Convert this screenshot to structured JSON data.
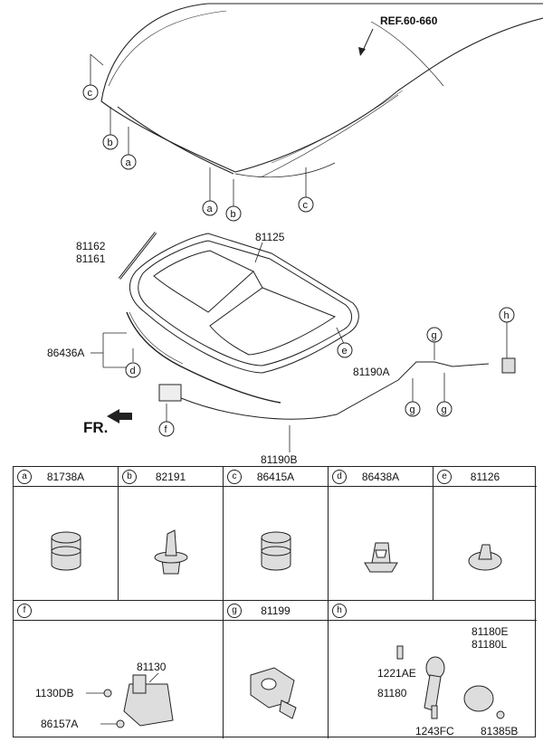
{
  "diagram": {
    "ref_label": "REF.60-660",
    "direction_label": "FR.",
    "parts": {
      "p81162": "81162",
      "p81161": "81161",
      "p81125": "81125",
      "p86436A": "86436A",
      "p81190A": "81190A",
      "p81190B": "81190B"
    },
    "callouts": {
      "c1": "c",
      "b1": "b",
      "a1": "a",
      "a2": "a",
      "b2": "b",
      "c2": "c",
      "d": "d",
      "e": "e",
      "f": "f",
      "g1": "g",
      "g2": "g",
      "g3": "g",
      "h": "h"
    }
  },
  "table": {
    "row1": [
      {
        "tag": "a",
        "part": "81738A"
      },
      {
        "tag": "b",
        "part": "82191"
      },
      {
        "tag": "c",
        "part": "86415A"
      },
      {
        "tag": "d",
        "part": "86438A"
      },
      {
        "tag": "e",
        "part": "81126"
      }
    ],
    "row2": [
      {
        "tag": "f",
        "part": ""
      },
      {
        "tag": "g",
        "part": "81199"
      },
      {
        "tag": "h",
        "part": ""
      }
    ],
    "f_parts": {
      "p81130": "81130",
      "p1130DB": "1130DB",
      "p86157A": "86157A"
    },
    "h_parts": {
      "p81180E": "81180E",
      "p81180L": "81180L",
      "p1221AE": "1221AE",
      "p81180": "81180",
      "p1243FC": "1243FC",
      "p81385B": "81385B"
    }
  }
}
